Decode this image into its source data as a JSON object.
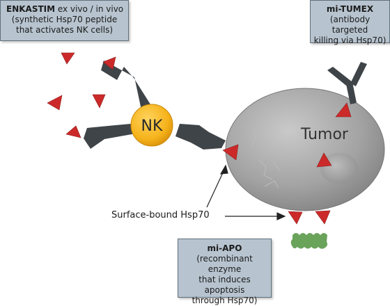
{
  "enkastim": {
    "title": "ENKASTIM",
    "title_suffix": " ex vivo / in vivo",
    "line2": "(synthetic Hsp70 peptide",
    "line3": "that activates NK cells)"
  },
  "tumex": {
    "title": "mi-TUMEX",
    "line2": "(antibody targeted",
    "line3": "killing via Hsp70)"
  },
  "apo": {
    "title": "mi-APO",
    "line2": "(recombinant enzyme",
    "line3": "that induces apoptosis",
    "line4": "through Hsp70)"
  },
  "nk_label": "NK",
  "tumor_label": "Tumor",
  "surface_label": "Surface-bound Hsp70",
  "colors": {
    "box_fill": "#b7c4cf",
    "nk_cell": "#f5b21a",
    "tumor": "#9a9a9a",
    "hsp70": "#cc2a2a",
    "receptor": "#3f4448",
    "enzyme": "#6aa35a"
  }
}
